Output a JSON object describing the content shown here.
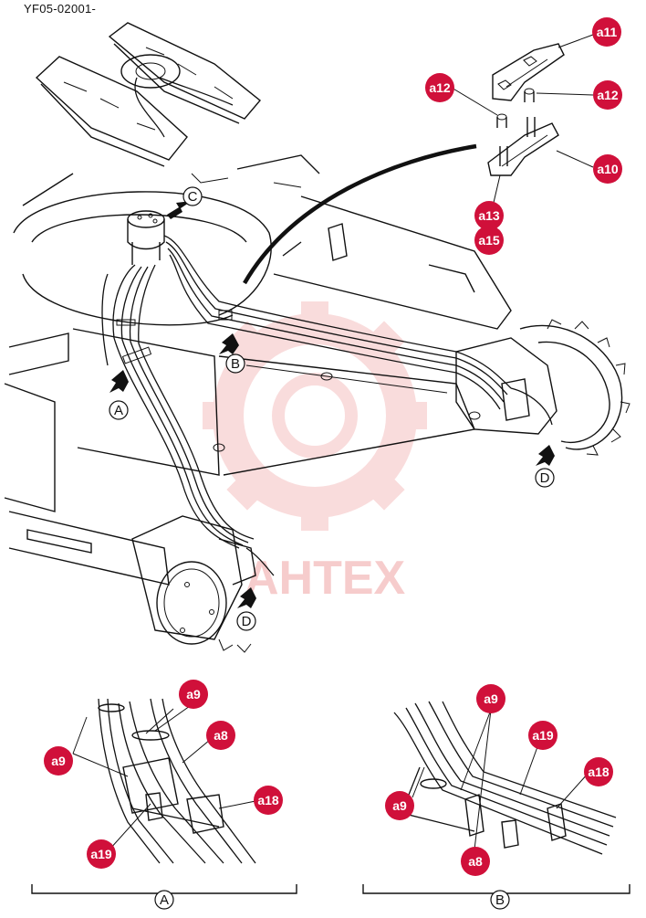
{
  "document": {
    "id": "YF05-02001-"
  },
  "watermark": {
    "text": "AHTEX"
  },
  "colors": {
    "callout": "#d0103a",
    "watermark": "#f5c0c0",
    "ink": "#111111"
  },
  "callouts": {
    "a11": "a11",
    "a12_left": "a12",
    "a12_right": "a12",
    "a10": "a10",
    "a13": "a13",
    "a15": "a15",
    "detailA_a9_top": "a9",
    "detailA_a8": "a8",
    "detailA_a9_left": "a9",
    "detailA_a18": "a18",
    "detailA_a19": "a19",
    "detailB_a9_top": "a9",
    "detailB_a19": "a19",
    "detailB_a18": "a18",
    "detailB_a9_left": "a9",
    "detailB_a8": "a8"
  },
  "view_markers": {
    "A_main": "A",
    "B_main": "B",
    "C_main": "C",
    "D_right": "D",
    "D_left": "D",
    "A_detail": "A",
    "B_detail": "B"
  }
}
